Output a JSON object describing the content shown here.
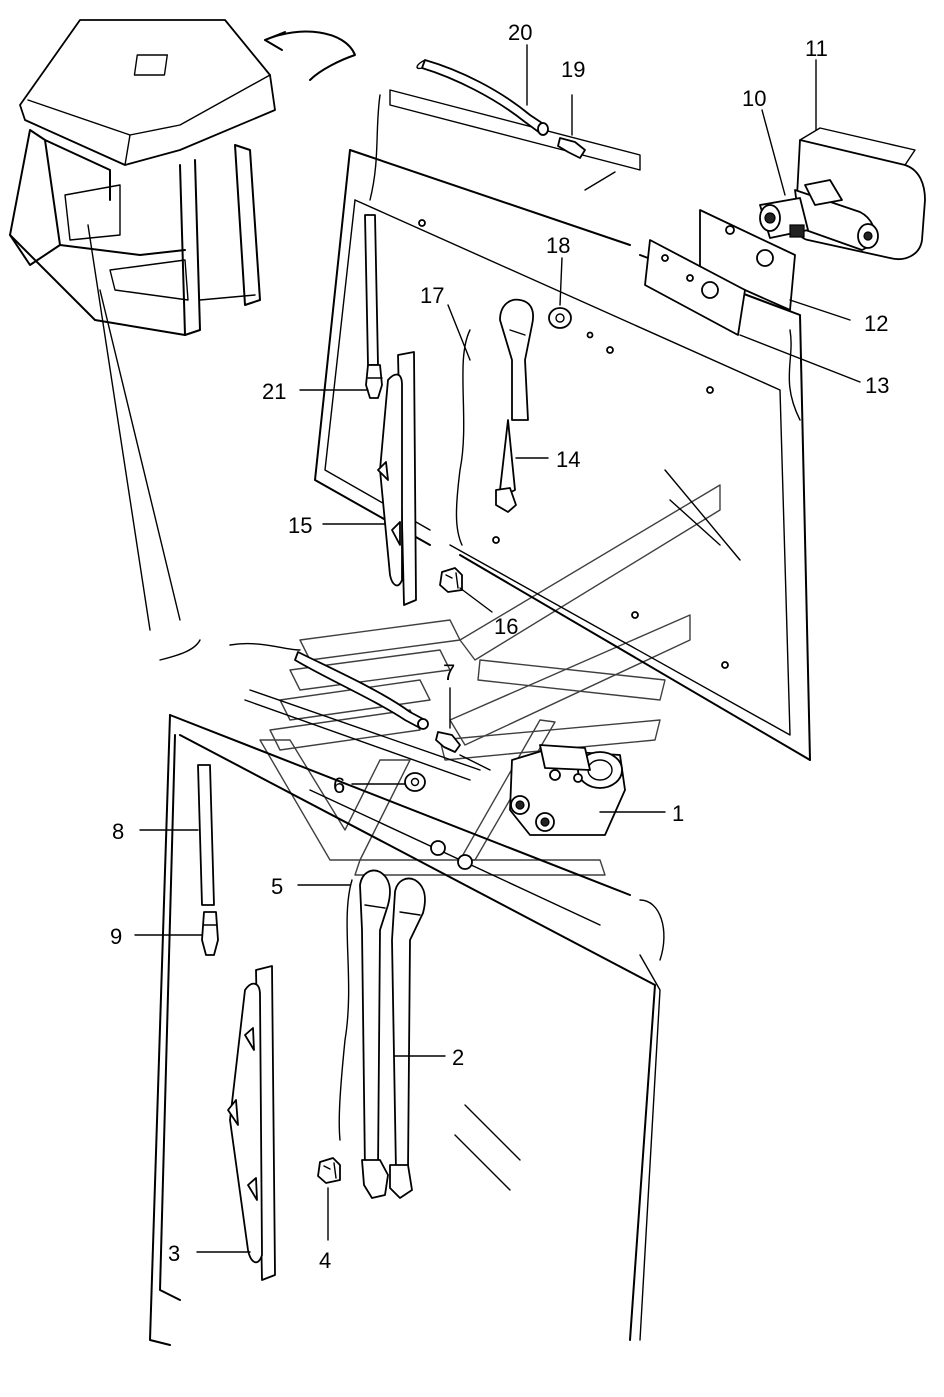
{
  "callouts": [
    {
      "id": "1",
      "label": "1"
    },
    {
      "id": "2",
      "label": "2"
    },
    {
      "id": "3",
      "label": "3"
    },
    {
      "id": "4",
      "label": "4"
    },
    {
      "id": "5",
      "label": "5"
    },
    {
      "id": "6",
      "label": "6"
    },
    {
      "id": "7",
      "label": "7"
    },
    {
      "id": "8",
      "label": "8"
    },
    {
      "id": "9",
      "label": "9"
    },
    {
      "id": "10",
      "label": "10"
    },
    {
      "id": "11",
      "label": "11"
    },
    {
      "id": "12",
      "label": "12"
    },
    {
      "id": "13",
      "label": "13"
    },
    {
      "id": "14",
      "label": "14"
    },
    {
      "id": "15",
      "label": "15"
    },
    {
      "id": "16",
      "label": "16"
    },
    {
      "id": "17",
      "label": "17"
    },
    {
      "id": "18",
      "label": "18"
    },
    {
      "id": "19",
      "label": "19"
    },
    {
      "id": "20",
      "label": "20"
    },
    {
      "id": "21",
      "label": "21"
    }
  ]
}
